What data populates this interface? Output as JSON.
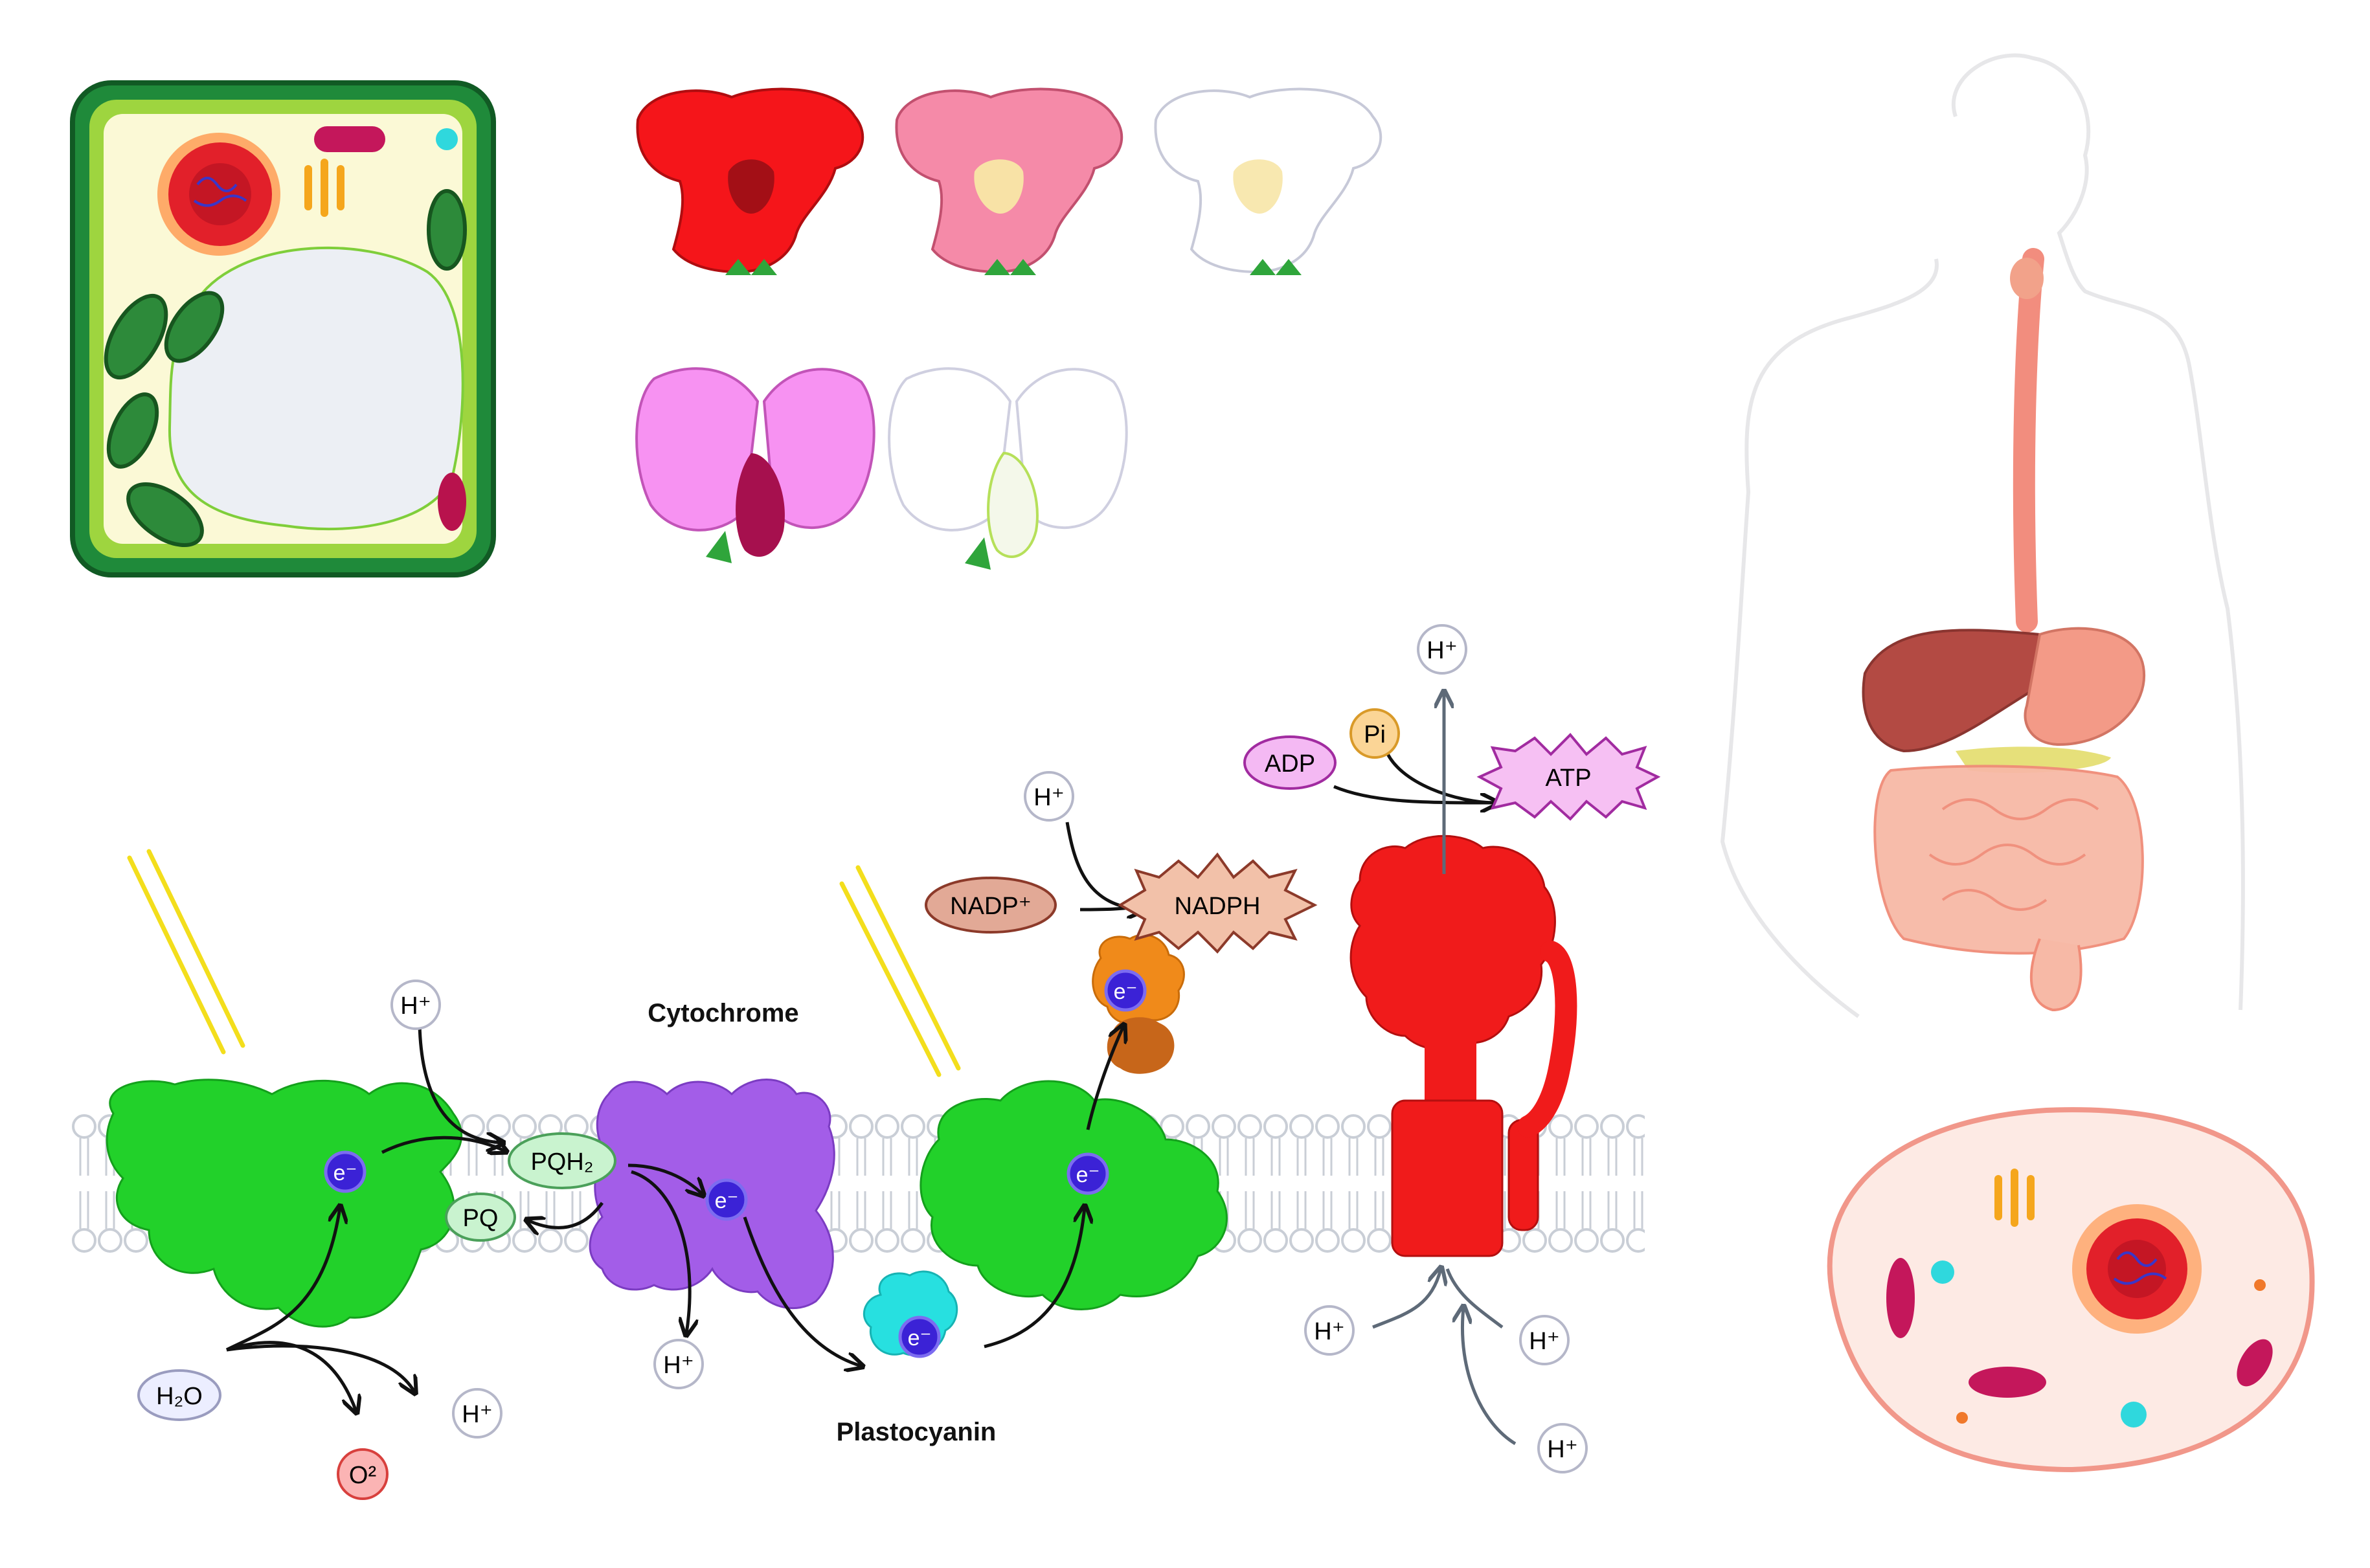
{
  "labels": {
    "cytochrome": "Cytochrome",
    "plastocyanin": "Plastocyanin"
  },
  "molecules": {
    "h_plus": "H⁺",
    "electron": "e⁻",
    "water": "H₂O",
    "oxygen": "O²",
    "pqh2": "PQH₂",
    "pq": "PQ",
    "nadp": "NADP⁺",
    "nadph": "NADPH",
    "adp": "ADP",
    "pi": "Pi",
    "atp": "ATP"
  },
  "colors": {
    "photosystem": "#22d12a",
    "cytochrome": "#a35de8",
    "plastocyanin": "#27e0e0",
    "atp_synthase": "#f01b1b",
    "ferredoxin": "#f08a1a",
    "electron": "#3b22d6",
    "membrane": "#d7dbe0",
    "light": "#f3de1c",
    "proton_arrow": "#5e6a78"
  },
  "icons": [
    "plant-cell-icon",
    "snapdragon-red-icon",
    "snapdragon-pink-icon",
    "snapdragon-white-icon",
    "sweet-pea-pink-icon",
    "sweet-pea-white-icon",
    "human-digestive-system-icon",
    "animal-cell-icon",
    "light-rays-icon"
  ]
}
